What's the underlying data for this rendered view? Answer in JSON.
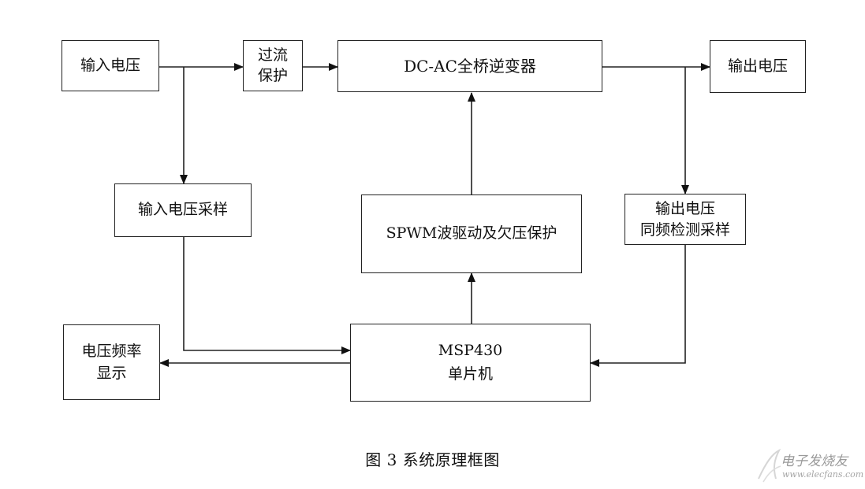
{
  "blocks": {
    "input_voltage": "输入电压",
    "overcurrent_l1": "过流",
    "overcurrent_l2": "保护",
    "inverter": "DC-AC全桥逆变器",
    "output_voltage": "输出电压",
    "input_sampling": "输入电压采样",
    "spwm_driver": "SPWM波驱动及欠压保护",
    "output_sync_l1": "输出电压",
    "output_sync_l2": "同频检测采样",
    "display_l1": "电压频率",
    "display_l2": "显示",
    "mcu_l1": "MSP430",
    "mcu_l2": "单片机"
  },
  "caption": "图 3  系统原理框图",
  "watermark": {
    "text": "电子发烧友",
    "url": "www.elecfans.com"
  }
}
